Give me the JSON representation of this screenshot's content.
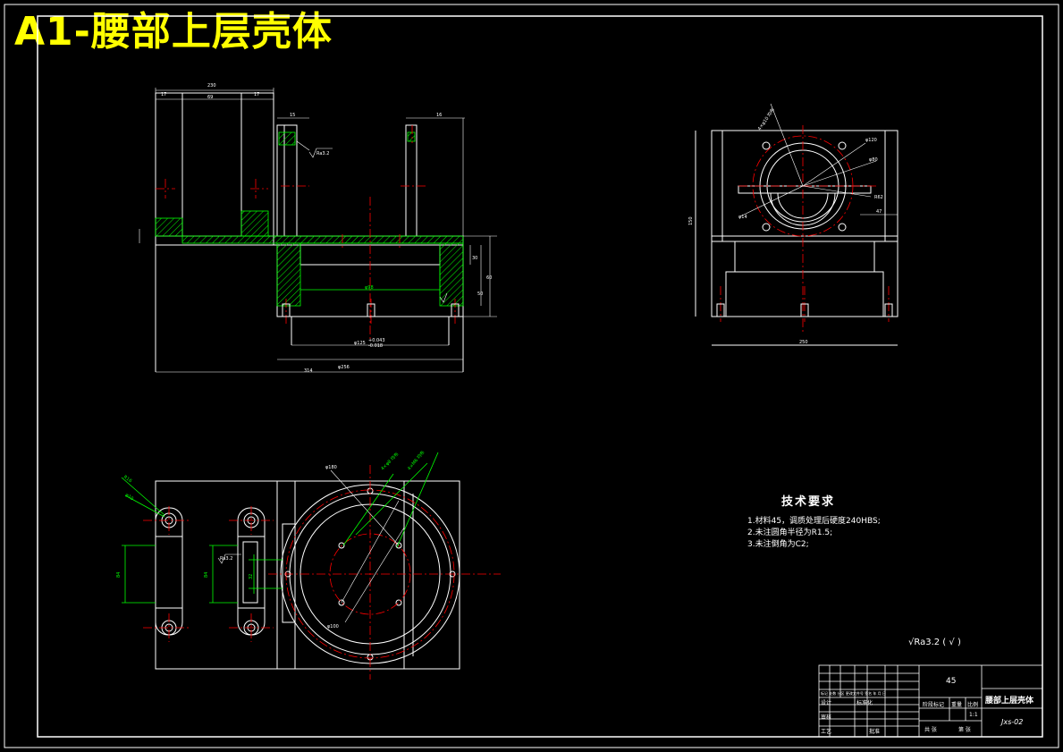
{
  "drawing": {
    "title": "A1-腰部上层壳体",
    "tech_requirements": {
      "heading": "技术要求",
      "items": [
        "1.材料45，调质处理后硬度240HBS;",
        "2.未注圆角半径为R1.5;",
        "3.未注倒角为C2;"
      ]
    },
    "roughness_note": "√Ra3.2 ( √ )",
    "dimensions": {
      "bore_tolerance": "φ125",
      "bore_tol_upper": "+0.043",
      "bore_tol_lower": "-0.018"
    },
    "title_block": {
      "material": "45",
      "part_name": "腰部上层壳体",
      "drawing_no": "Jxs-02",
      "scale_label": "比例",
      "stage_label": "阶段标记",
      "weight_label": "重量",
      "sheet_total": "共  张",
      "sheet_no": "第  张",
      "design": "设计",
      "check": "审核",
      "process": "工艺",
      "approve": "批准",
      "standard": "标准化",
      "revision": "标记 处数 分区 更改文件号 签名 年 月 日",
      "scale_value": "1:1"
    }
  },
  "colors": {
    "background": "#000000",
    "line": "#ffffff",
    "center": "#ff0000",
    "dim": "#00ff00",
    "hatch": "#00ff00",
    "title": "#ffff00"
  }
}
